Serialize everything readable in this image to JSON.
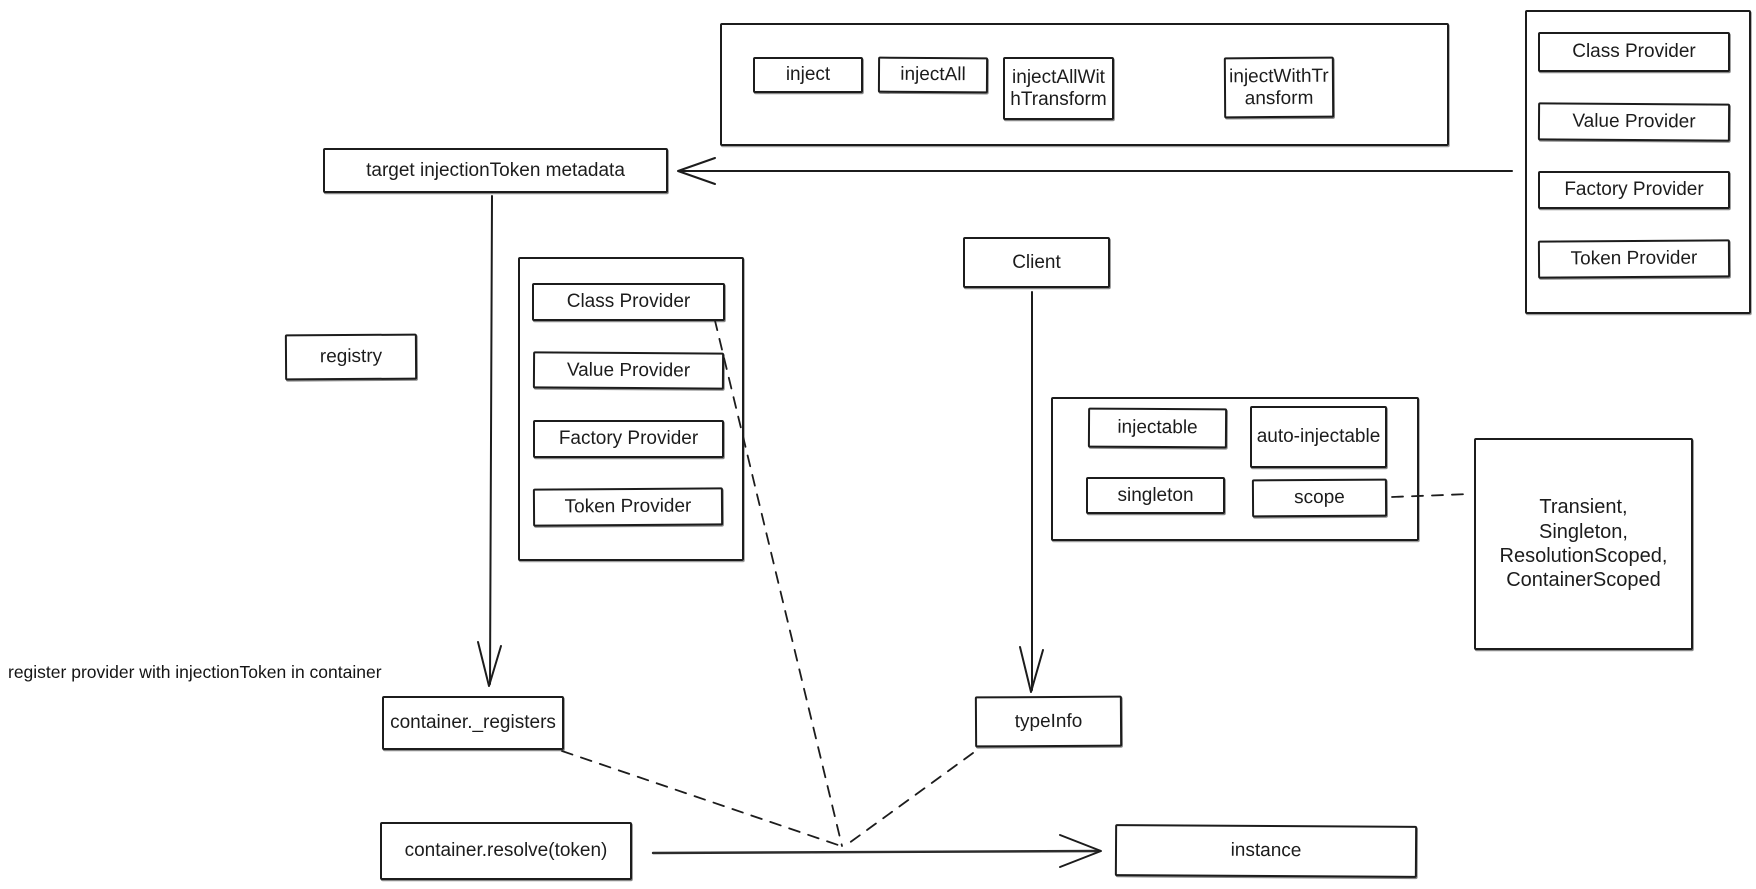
{
  "style": {
    "ink": "#1c1c1c",
    "background": "#ffffff"
  },
  "groups": {
    "injection_functions": {
      "items": [
        {
          "label": "inject"
        },
        {
          "label": "injectAll"
        },
        {
          "label": "injectAllWithTransform"
        },
        {
          "label": "injectWithTransform"
        }
      ]
    },
    "providers_right": {
      "items": [
        {
          "label": "Class Provider"
        },
        {
          "label": "Value Provider"
        },
        {
          "label": "Factory Provider"
        },
        {
          "label": "Token Provider"
        }
      ]
    },
    "providers_middle": {
      "items": [
        {
          "label": "Class Provider"
        },
        {
          "label": "Value Provider"
        },
        {
          "label": "Factory Provider"
        },
        {
          "label": "Token Provider"
        }
      ]
    },
    "class_decorators": {
      "items": [
        {
          "label": "injectable"
        },
        {
          "label": "auto-injectable"
        },
        {
          "label": "singleton"
        },
        {
          "label": "scope"
        }
      ]
    }
  },
  "nodes": {
    "target_metadata": {
      "label": "target injectionToken metadata"
    },
    "registry": {
      "label": "registry"
    },
    "client": {
      "label": "Client"
    },
    "lifecycle_options": {
      "label": "Transient,\nSingleton,\nResolutionScoped,\nContainerScoped"
    },
    "container_registers": {
      "label": "container._registers"
    },
    "type_info": {
      "label": "typeInfo"
    },
    "container_resolve": {
      "label": "container.resolve(token)"
    },
    "instance": {
      "label": "instance"
    }
  },
  "annotations": {
    "register_note": "register provider with injectionToken in container"
  }
}
